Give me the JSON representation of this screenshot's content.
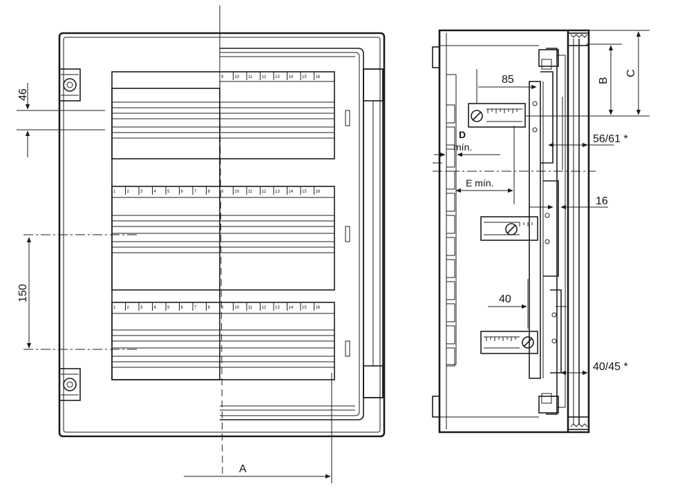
{
  "front_view": {
    "labels": {
      "dim_46": "46",
      "dim_150": "150",
      "dim_a": "A"
    },
    "rail_ticks": [
      "1",
      "2",
      "3",
      "4",
      "5",
      "6",
      "7",
      "8",
      "9",
      "10",
      "11",
      "12",
      "13",
      "14",
      "15",
      "16"
    ]
  },
  "side_view": {
    "labels": {
      "dim_85": "85",
      "dim_b": "B",
      "dim_c": "C",
      "dim_56_61": "56/61 *",
      "dim_d": "D",
      "dim_d_min": "mín.",
      "dim_e_min": "E mín.",
      "dim_16": "16",
      "dim_40": "40",
      "dim_40_45": "40/45 *"
    }
  },
  "colors": {
    "line": "#1a1a1a",
    "background": "#ffffff"
  }
}
